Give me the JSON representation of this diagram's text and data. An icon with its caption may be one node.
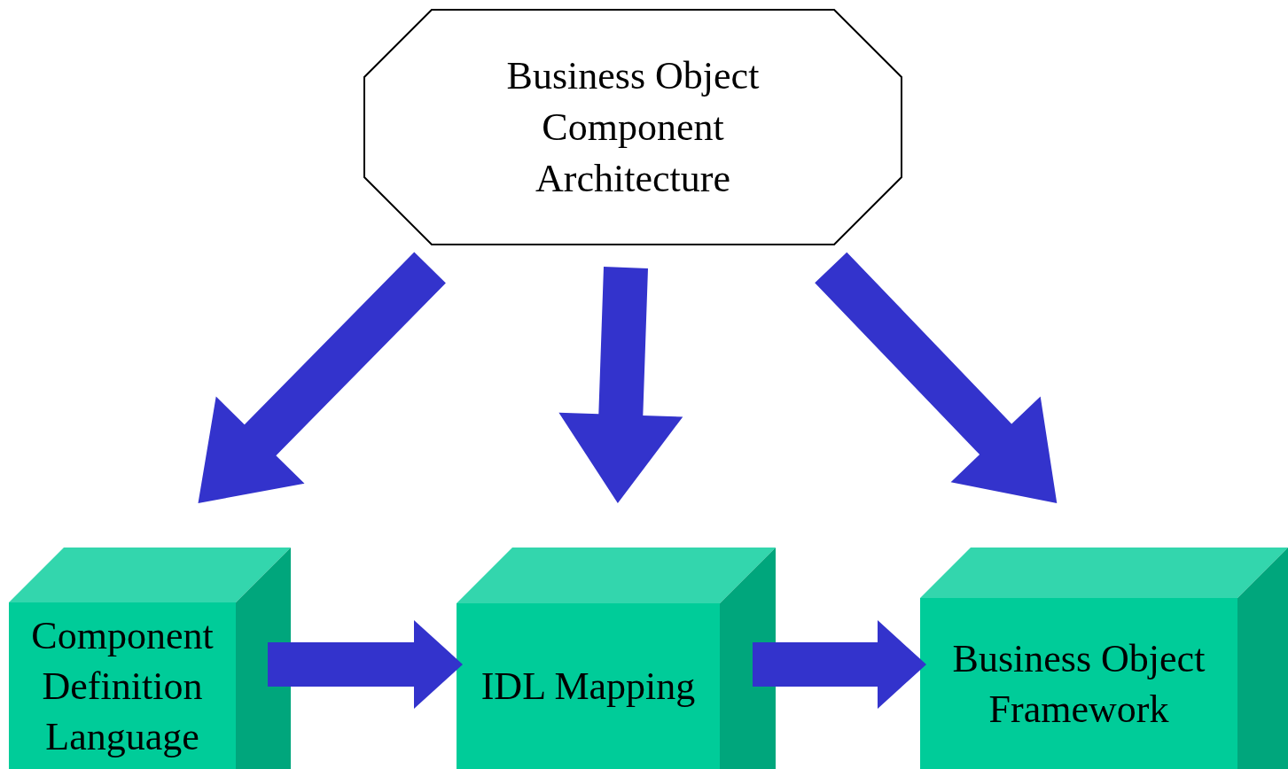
{
  "diagram": {
    "nodes": [
      {
        "text": [
          "Business Object Component Architecture"
        ]
      },
      {
        "text": [
          "Component Definition Language"
        ]
      },
      {
        "text": [
          "IDL Mapping"
        ]
      },
      {
        "text": [
          "Business Object Framework"
        ]
      }
    ],
    "edges": [
      {
        "from": 0,
        "to": 1,
        "arrow": "to",
        "style": "thick",
        "color": "#3333cc"
      },
      {
        "from": 0,
        "to": 2,
        "arrow": "to",
        "style": "thick",
        "color": "#3333cc"
      },
      {
        "from": 0,
        "to": 3,
        "arrow": "to",
        "style": "thick",
        "color": "#3333cc"
      },
      {
        "from": 1,
        "to": 2,
        "arrow": "to",
        "style": "thick",
        "color": "#3333cc"
      },
      {
        "from": 2,
        "to": 3,
        "arrow": "to",
        "style": "thick",
        "color": "#3333cc"
      }
    ]
  }
}
